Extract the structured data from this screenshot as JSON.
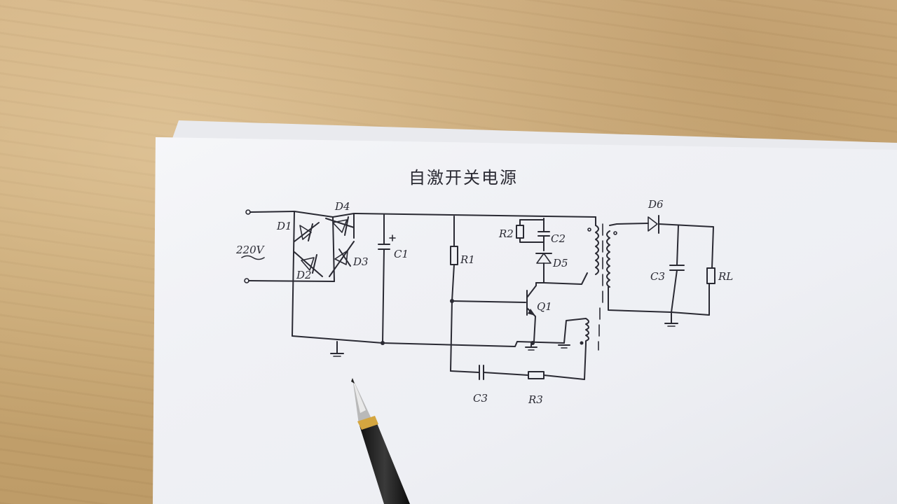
{
  "diagram": {
    "title": "自激开关电源",
    "labels": {
      "d1": "D1",
      "d2": "D2",
      "d3": "D3",
      "d4": "D4",
      "d5": "D5",
      "d6": "D6",
      "c1": "C1",
      "c2": "C2",
      "c3_feedback": "C3",
      "c3_output": "C3",
      "r1": "R1",
      "r2": "R2",
      "r3": "R3",
      "rl": "RL",
      "q1": "Q1",
      "input_voltage": "220V"
    }
  },
  "scene": {
    "pen": "ballpoint-pen"
  }
}
